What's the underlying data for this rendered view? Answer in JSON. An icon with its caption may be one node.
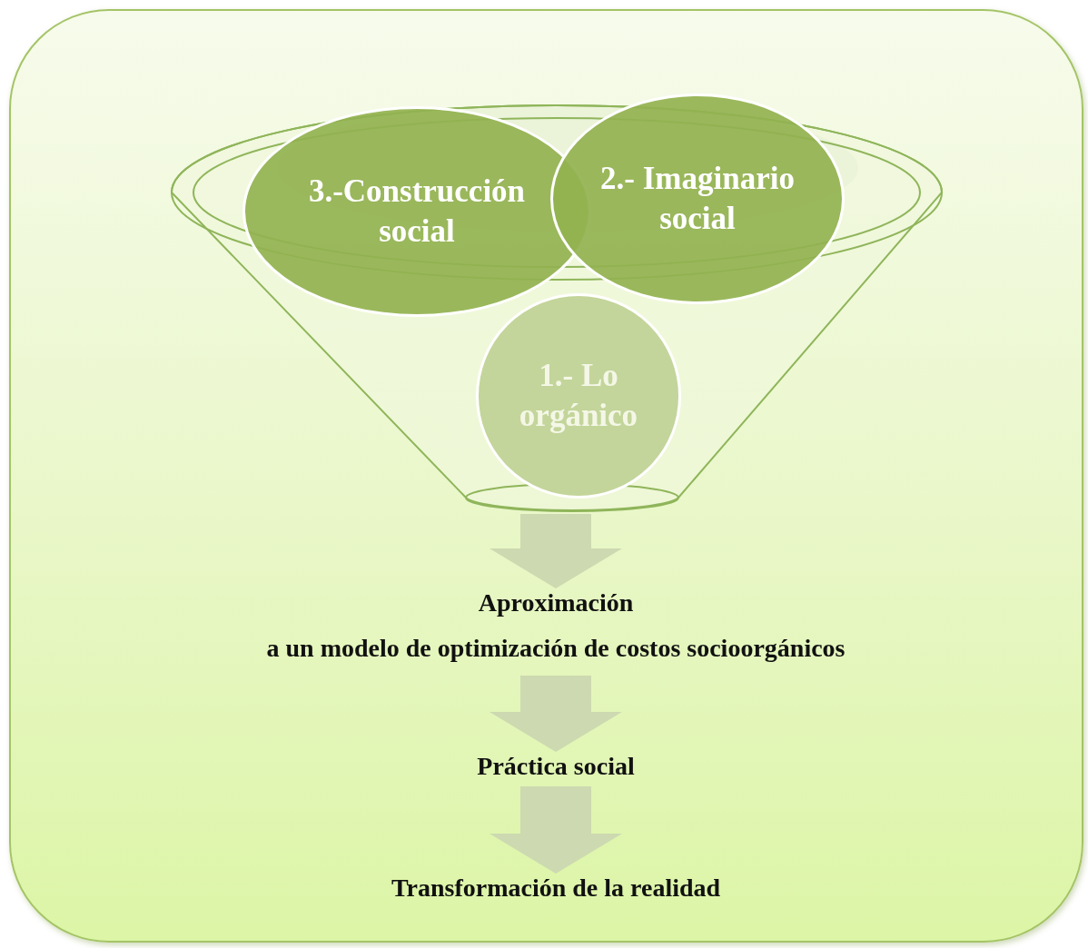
{
  "diagram": {
    "nodes": [
      {
        "text": [],
        "shape": "funnel"
      },
      {
        "text": [
          "3.-Construcción social"
        ],
        "in": 0
      },
      {
        "text": [
          "2.- Imaginario social"
        ],
        "in": 0
      },
      {
        "text": [
          "1.- Lo orgánico"
        ],
        "in": 0
      },
      {
        "text": [
          "Aproximación",
          "a un modelo de optimización de costos socioorgánicos"
        ]
      },
      {
        "text": [
          "Práctica social"
        ]
      },
      {
        "text": [
          "Transformación de la realidad"
        ]
      }
    ],
    "edges": [
      {
        "from": 0,
        "to": 4,
        "arrow": "to"
      },
      {
        "from": 4,
        "to": 5,
        "arrow": "to"
      },
      {
        "from": 5,
        "to": 6,
        "arrow": "to"
      }
    ]
  }
}
